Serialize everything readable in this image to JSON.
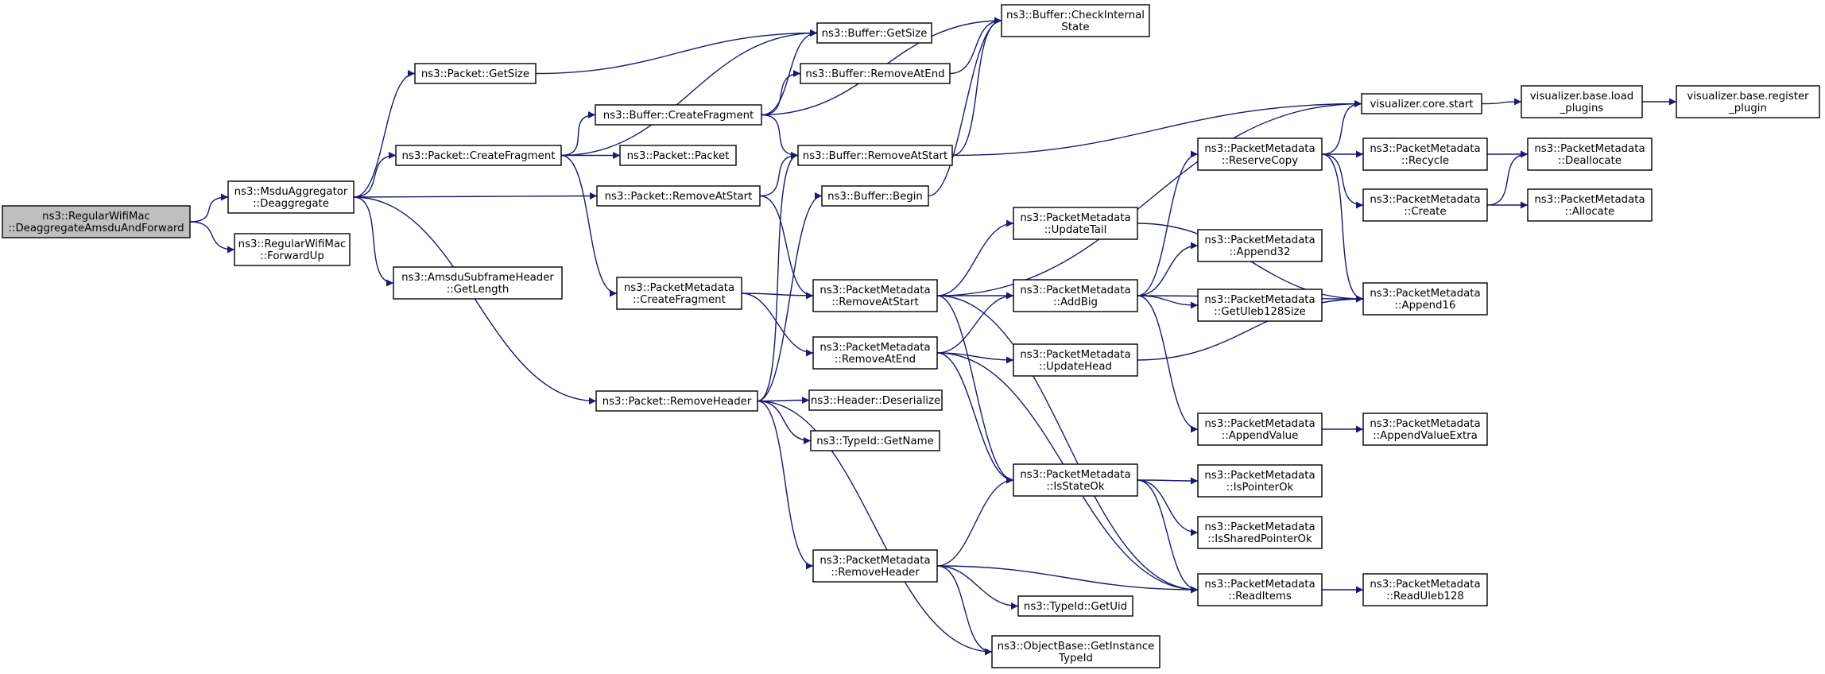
{
  "colors": {
    "edge": "#191970",
    "root_fill": "#bfbfbf",
    "node_fill": "#ffffff",
    "node_border": "#000000"
  },
  "nodes": [
    {
      "id": "n0",
      "lines": [
        "ns3::RegularWifiMac",
        "::DeaggregateAmsduAndForward"
      ],
      "root": true
    },
    {
      "id": "n1",
      "lines": [
        "ns3::MsduAggregator",
        "::Deaggregate"
      ]
    },
    {
      "id": "n2",
      "lines": [
        "ns3::RegularWifiMac",
        "::ForwardUp"
      ]
    },
    {
      "id": "n3",
      "lines": [
        "ns3::Packet::GetSize"
      ]
    },
    {
      "id": "n4",
      "lines": [
        "ns3::Packet::CreateFragment"
      ]
    },
    {
      "id": "n5",
      "lines": [
        "ns3::AmsduSubframeHeader",
        "::GetLength"
      ]
    },
    {
      "id": "n6",
      "lines": [
        "ns3::Buffer::CreateFragment"
      ]
    },
    {
      "id": "n7",
      "lines": [
        "ns3::Packet::Packet"
      ]
    },
    {
      "id": "n8",
      "lines": [
        "ns3::Packet::RemoveAtStart"
      ]
    },
    {
      "id": "n9",
      "lines": [
        "ns3::PacketMetadata",
        "::CreateFragment"
      ]
    },
    {
      "id": "n10",
      "lines": [
        "ns3::Packet::RemoveHeader"
      ]
    },
    {
      "id": "n11",
      "lines": [
        "ns3::Buffer::GetSize"
      ]
    },
    {
      "id": "n12",
      "lines": [
        "ns3::Buffer::RemoveAtEnd"
      ]
    },
    {
      "id": "n13",
      "lines": [
        "ns3::Buffer::RemoveAtStart"
      ]
    },
    {
      "id": "n14",
      "lines": [
        "ns3::Buffer::Begin"
      ]
    },
    {
      "id": "n15",
      "lines": [
        "ns3::PacketMetadata",
        "::RemoveAtStart"
      ]
    },
    {
      "id": "n16",
      "lines": [
        "ns3::PacketMetadata",
        "::RemoveAtEnd"
      ]
    },
    {
      "id": "n17",
      "lines": [
        "ns3::Header::Deserialize"
      ]
    },
    {
      "id": "n18",
      "lines": [
        "ns3::TypeId::GetName"
      ]
    },
    {
      "id": "n19",
      "lines": [
        "ns3::PacketMetadata",
        "::RemoveHeader"
      ]
    },
    {
      "id": "n20",
      "lines": [
        "ns3::Buffer::CheckInternal",
        "State"
      ]
    },
    {
      "id": "n21",
      "lines": [
        "ns3::PacketMetadata",
        "::UpdateTail"
      ]
    },
    {
      "id": "n22",
      "lines": [
        "ns3::PacketMetadata",
        "::AddBig"
      ]
    },
    {
      "id": "n23",
      "lines": [
        "ns3::PacketMetadata",
        "::UpdateHead"
      ]
    },
    {
      "id": "n24",
      "lines": [
        "ns3::PacketMetadata",
        "::IsStateOk"
      ]
    },
    {
      "id": "n25",
      "lines": [
        "ns3::TypeId::GetUid"
      ]
    },
    {
      "id": "n26",
      "lines": [
        "ns3::ObjectBase::GetInstance",
        "TypeId"
      ]
    },
    {
      "id": "n27",
      "lines": [
        "visualizer.core.start"
      ]
    },
    {
      "id": "n28",
      "lines": [
        "ns3::PacketMetadata",
        "::ReserveCopy"
      ]
    },
    {
      "id": "n29",
      "lines": [
        "ns3::PacketMetadata",
        "::Append32"
      ]
    },
    {
      "id": "n30",
      "lines": [
        "ns3::PacketMetadata",
        "::GetUleb128Size"
      ]
    },
    {
      "id": "n31",
      "lines": [
        "ns3::PacketMetadata",
        "::AppendValue"
      ]
    },
    {
      "id": "n32",
      "lines": [
        "ns3::PacketMetadata",
        "::IsPointerOk"
      ]
    },
    {
      "id": "n33",
      "lines": [
        "ns3::PacketMetadata",
        "::IsSharedPointerOk"
      ]
    },
    {
      "id": "n34",
      "lines": [
        "ns3::PacketMetadata",
        "::ReadItems"
      ]
    },
    {
      "id": "n35",
      "lines": [
        "visualizer.base.load",
        "_plugins"
      ]
    },
    {
      "id": "n36",
      "lines": [
        "ns3::PacketMetadata",
        "::Recycle"
      ]
    },
    {
      "id": "n37",
      "lines": [
        "ns3::PacketMetadata",
        "::Create"
      ]
    },
    {
      "id": "n38",
      "lines": [
        "ns3::PacketMetadata",
        "::Append16"
      ]
    },
    {
      "id": "n39",
      "lines": [
        "ns3::PacketMetadata",
        "::AppendValueExtra"
      ]
    },
    {
      "id": "n40",
      "lines": [
        "ns3::PacketMetadata",
        "::ReadUleb128"
      ]
    },
    {
      "id": "n41",
      "lines": [
        "visualizer.base.register",
        "_plugin"
      ]
    },
    {
      "id": "n42",
      "lines": [
        "ns3::PacketMetadata",
        "::Deallocate"
      ]
    },
    {
      "id": "n43",
      "lines": [
        "ns3::PacketMetadata",
        "::Allocate"
      ]
    }
  ],
  "edges": [
    [
      "n0",
      "n1"
    ],
    [
      "n0",
      "n2"
    ],
    [
      "n1",
      "n3"
    ],
    [
      "n1",
      "n4"
    ],
    [
      "n1",
      "n5"
    ],
    [
      "n1",
      "n8"
    ],
    [
      "n1",
      "n10"
    ],
    [
      "n3",
      "n11"
    ],
    [
      "n4",
      "n6"
    ],
    [
      "n4",
      "n7"
    ],
    [
      "n4",
      "n9"
    ],
    [
      "n4",
      "n11"
    ],
    [
      "n6",
      "n11"
    ],
    [
      "n6",
      "n12"
    ],
    [
      "n6",
      "n13"
    ],
    [
      "n6",
      "n20"
    ],
    [
      "n8",
      "n13"
    ],
    [
      "n8",
      "n15"
    ],
    [
      "n9",
      "n15"
    ],
    [
      "n9",
      "n16"
    ],
    [
      "n10",
      "n13"
    ],
    [
      "n10",
      "n14"
    ],
    [
      "n10",
      "n17"
    ],
    [
      "n10",
      "n18"
    ],
    [
      "n10",
      "n19"
    ],
    [
      "n10",
      "n26"
    ],
    [
      "n12",
      "n20"
    ],
    [
      "n13",
      "n20"
    ],
    [
      "n13",
      "n27"
    ],
    [
      "n14",
      "n20"
    ],
    [
      "n15",
      "n21"
    ],
    [
      "n15",
      "n22"
    ],
    [
      "n15",
      "n24"
    ],
    [
      "n15",
      "n34"
    ],
    [
      "n15",
      "n27"
    ],
    [
      "n16",
      "n22"
    ],
    [
      "n16",
      "n23"
    ],
    [
      "n16",
      "n24"
    ],
    [
      "n16",
      "n34"
    ],
    [
      "n19",
      "n24"
    ],
    [
      "n19",
      "n25"
    ],
    [
      "n19",
      "n26"
    ],
    [
      "n19",
      "n34"
    ],
    [
      "n21",
      "n38"
    ],
    [
      "n22",
      "n28"
    ],
    [
      "n22",
      "n29"
    ],
    [
      "n22",
      "n30"
    ],
    [
      "n22",
      "n31"
    ],
    [
      "n22",
      "n38"
    ],
    [
      "n23",
      "n38"
    ],
    [
      "n24",
      "n32"
    ],
    [
      "n24",
      "n33"
    ],
    [
      "n24",
      "n34"
    ],
    [
      "n27",
      "n35"
    ],
    [
      "n28",
      "n27"
    ],
    [
      "n28",
      "n36"
    ],
    [
      "n28",
      "n37"
    ],
    [
      "n28",
      "n38"
    ],
    [
      "n31",
      "n39"
    ],
    [
      "n34",
      "n40"
    ],
    [
      "n35",
      "n41"
    ],
    [
      "n36",
      "n42"
    ],
    [
      "n37",
      "n42"
    ],
    [
      "n37",
      "n43"
    ]
  ]
}
